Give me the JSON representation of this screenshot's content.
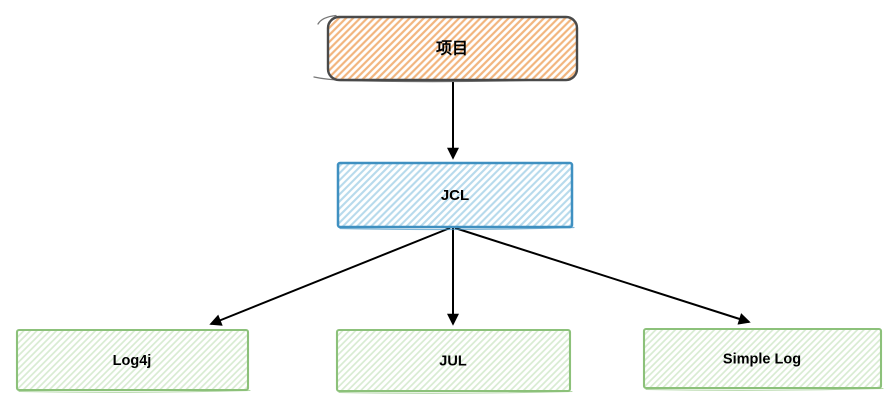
{
  "diagram": {
    "type": "tree",
    "background_color": "#ffffff",
    "arrow_color": "#000000",
    "style": "hand-drawn-sketch-hatched",
    "nodes": [
      {
        "id": "project",
        "label": "项目",
        "shape": "rounded-rectangle",
        "fill_style": "hatch",
        "fill_color": "#f2b57e",
        "border_color": "#4a4a4a",
        "level": 0
      },
      {
        "id": "jcl",
        "label": "JCL",
        "shape": "rectangle",
        "fill_style": "hatch",
        "fill_color": "#b7daec",
        "border_color": "#3f90c1",
        "level": 1
      },
      {
        "id": "log4j",
        "label": "Log4j",
        "shape": "rectangle",
        "fill_style": "hatch",
        "fill_color": "#d8ecd2",
        "border_color": "#8cc17a",
        "level": 2
      },
      {
        "id": "jul",
        "label": "JUL",
        "shape": "rectangle",
        "fill_style": "hatch",
        "fill_color": "#d8ecd2",
        "border_color": "#8cc17a",
        "level": 2
      },
      {
        "id": "simple_log",
        "label": "Simple Log",
        "shape": "rectangle",
        "fill_style": "hatch",
        "fill_color": "#d8ecd2",
        "border_color": "#8cc17a",
        "level": 2
      }
    ],
    "edges": [
      {
        "from": "项目",
        "to": "JCL"
      },
      {
        "from": "JCL",
        "to": "Log4j"
      },
      {
        "from": "JCL",
        "to": "JUL"
      },
      {
        "from": "JCL",
        "to": "Simple Log"
      }
    ]
  }
}
